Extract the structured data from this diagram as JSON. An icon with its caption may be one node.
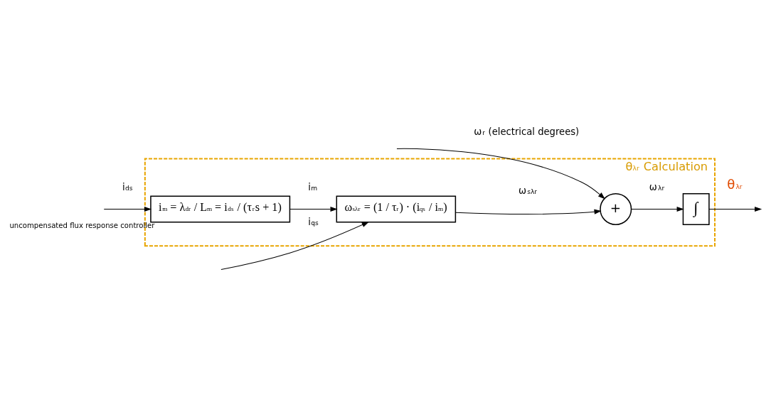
{
  "diagram": {
    "nodes": [
      {
        "text": [
          "θ$_{λr}$ Calculation"
        ]
      },
      {
        "text": [
          "i$_{m}$ = λ$_{dr}$ / L$_{m}$ = i$_{ds}$ / (τ$_{r}$s + 1)"
        ],
        "beside": [
          "uncompensated flux response controller"
        ],
        "in": 0
      },
      {
        "text": [
          "ω$_{sλr}$ = (1 / τ$_{r}$) · (i$_{qs}$ / i$_{m}$)"
        ],
        "in": 0
      },
      {
        "text": [
          "+"
        ],
        "in": 0
      },
      {
        "text": [
          "∫"
        ],
        "in": 0
      }
    ],
    "edges": [
      {
        "from": null,
        "to": 1,
        "arrow": "to",
        "label": "i$_{ds}$"
      },
      {
        "from": 1,
        "to": 2,
        "arrow": "to",
        "label": "i$_{m}$"
      },
      {
        "from": null,
        "to": 2,
        "arrow": "to",
        "label": "i$_{qs}$"
      },
      {
        "from": 2,
        "to": 3,
        "arrow": "to",
        "label": "ω$_{sλr}$"
      },
      {
        "from": null,
        "to": 3,
        "arrow": "to",
        "label": "ω$_{r}$ (electrical degrees)"
      },
      {
        "from": 3,
        "to": 4,
        "arrow": "to",
        "label": "ω$_{λr}$"
      },
      {
        "from": 4,
        "to": null,
        "arrow": "to",
        "label": "θ$_{λr}$",
        "color": "#000000"
      }
    ]
  }
}
